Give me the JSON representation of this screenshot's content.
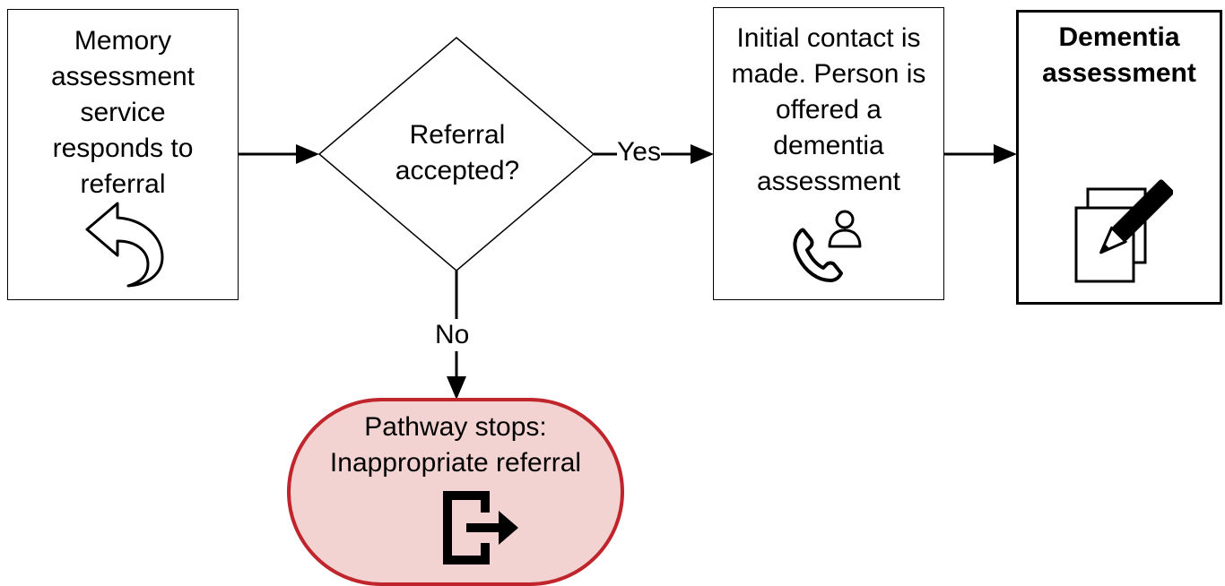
{
  "nodes": {
    "memory_service": {
      "label": "Memory\nassessment\nservice\nresponds to\nreferral",
      "icon": "reply-arrow-icon"
    },
    "decision": {
      "label": "Referral\naccepted?"
    },
    "initial_contact": {
      "label": "Initial contact is\nmade. Person is\noffered a\ndementia\nassessment",
      "icon": "phone-person-icon"
    },
    "dementia_assessment": {
      "label": "Dementia\nassessment",
      "icon": "documents-pen-icon"
    },
    "pathway_stops": {
      "label": "Pathway stops:\nInappropriate referral",
      "icon": "exit-icon"
    }
  },
  "edges": {
    "yes_label": "Yes",
    "no_label": "No"
  },
  "colors": {
    "terminator_border": "#c0252c",
    "terminator_fill": "#f2d3d1",
    "stroke": "#000000"
  }
}
